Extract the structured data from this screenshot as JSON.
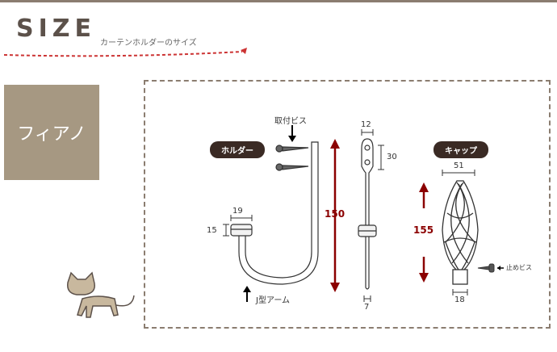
{
  "header": {
    "title": "SIZE",
    "subtitle": "カーテンホルダーのサイズ",
    "accent_color": "#cc3333"
  },
  "product": {
    "name": "フィアノ",
    "box_color": "#a69882"
  },
  "holder": {
    "badge": "ホルダー",
    "screws_label": "取付ビス",
    "arm_label": "J型アーム",
    "dims": {
      "height": "150",
      "collar_width": "19",
      "collar_height": "15"
    }
  },
  "side_view": {
    "dims": {
      "top_width": "12",
      "top_height": "30",
      "bottom_width": "7"
    }
  },
  "cap": {
    "badge": "キャップ",
    "stop_screw_label": "止めビス",
    "dims": {
      "width": "51",
      "height": "155",
      "base_width": "18"
    }
  }
}
